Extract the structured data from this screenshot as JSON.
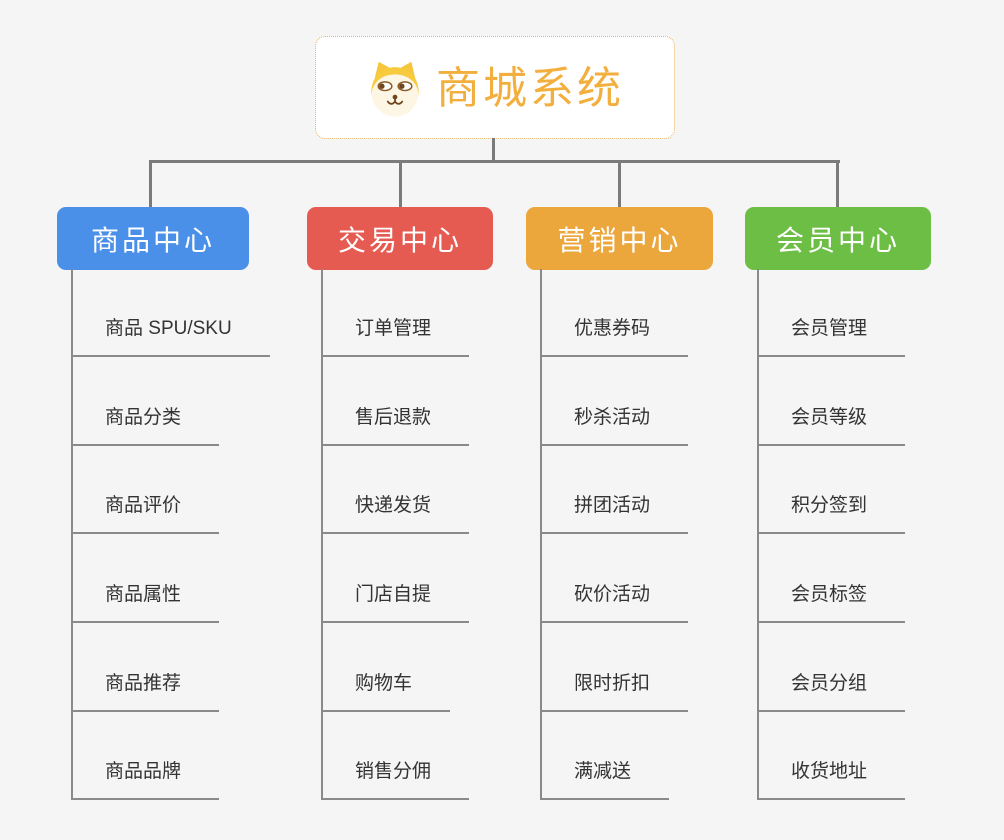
{
  "page": {
    "background_color": "#f5f5f5",
    "connector_color": "#7b7b7b",
    "leaf_line_color": "#8a8a8a"
  },
  "root": {
    "title": "商城系统",
    "icon": "shiba-dog-icon",
    "title_color": "#f2af3d",
    "border_color": "#e9b257"
  },
  "branches": [
    {
      "label": "商品中心",
      "color": "#4a8fe8",
      "items": [
        "商品 SPU/SKU",
        "商品分类",
        "商品评价",
        "商品属性",
        "商品推荐",
        "商品品牌"
      ]
    },
    {
      "label": "交易中心",
      "color": "#e55b52",
      "items": [
        "订单管理",
        "售后退款",
        "快递发货",
        "门店自提",
        "购物车",
        "销售分佣"
      ]
    },
    {
      "label": "营销中心",
      "color": "#eba63c",
      "items": [
        "优惠券码",
        "秒杀活动",
        "拼团活动",
        "砍价活动",
        "限时折扣",
        "满减送"
      ]
    },
    {
      "label": "会员中心",
      "color": "#6cbe45",
      "items": [
        "会员管理",
        "会员等级",
        "积分签到",
        "会员标签",
        "会员分组",
        "收货地址"
      ]
    }
  ]
}
